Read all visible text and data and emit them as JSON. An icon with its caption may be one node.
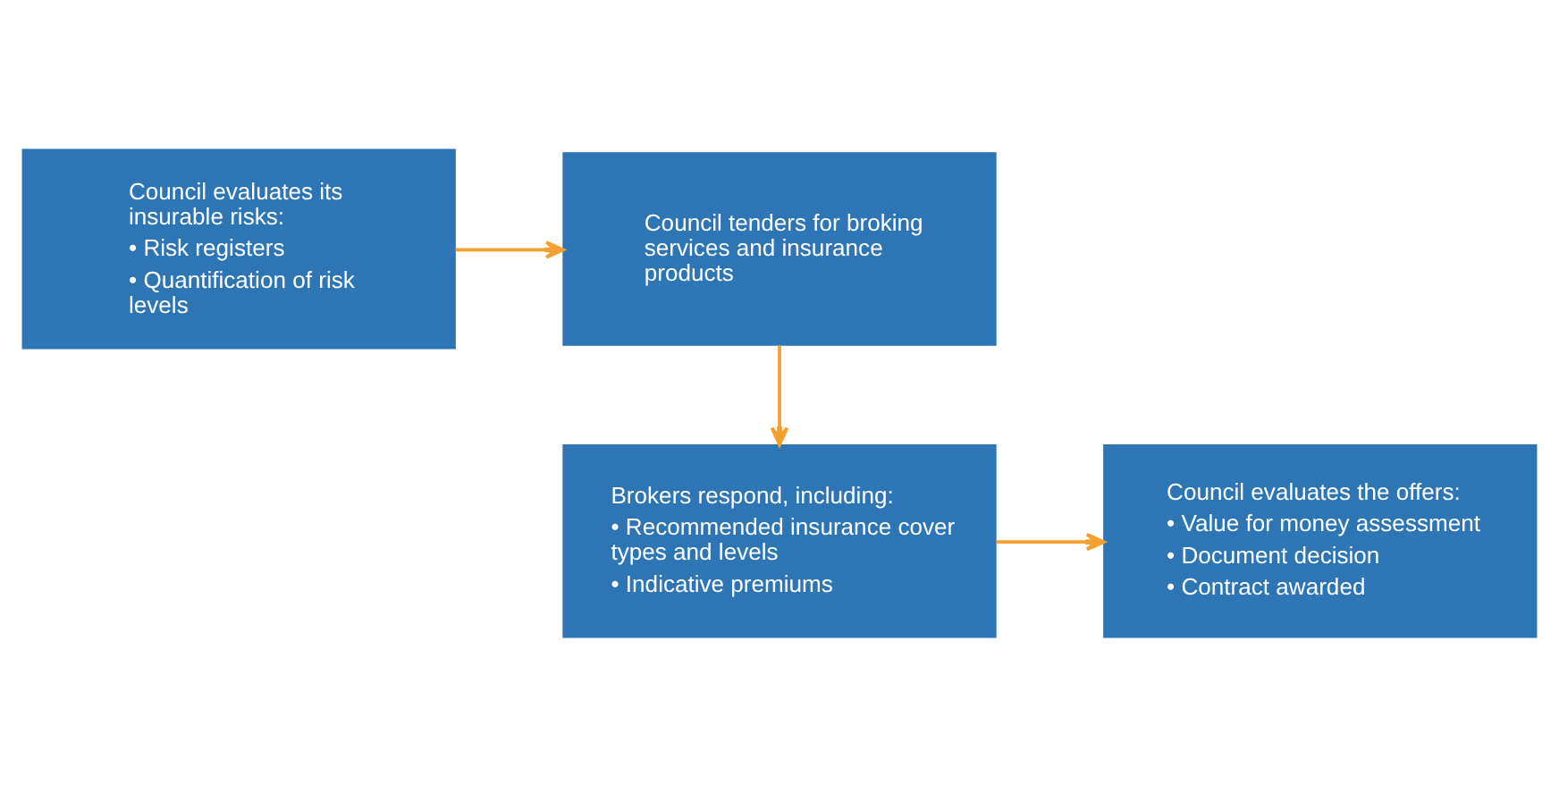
{
  "diagram": {
    "nodes": [
      {
        "text": [
          "Council evaluates its insurable risks:",
          "• Risk registers",
          "• Quantification of risk levels"
        ]
      },
      {
        "text": [
          "Council tenders for broking services and insurance products"
        ]
      },
      {
        "text": [
          "Brokers respond, including:",
          "• Recommended insurance cover types and levels",
          "• Indicative premiums"
        ]
      },
      {
        "text": [
          "Council evaluates the offers:",
          "• Value for money assessment",
          "• Document decision",
          "• Contract awarded"
        ]
      }
    ],
    "edges": [
      {
        "from": 0,
        "to": 1,
        "arrow": "to"
      },
      {
        "from": 1,
        "to": 2,
        "arrow": "to"
      },
      {
        "from": 2,
        "to": 3,
        "arrow": "to"
      }
    ]
  }
}
